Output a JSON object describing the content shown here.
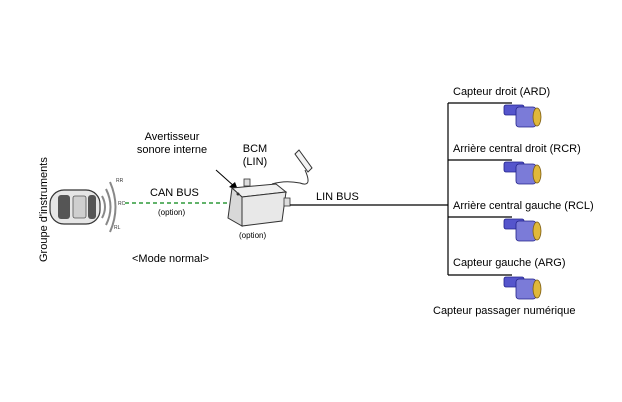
{
  "labels": {
    "groupe_instruments": "Groupe d'instruments",
    "can_bus": "CAN BUS",
    "option_can": "(option)",
    "mode_normal": "<Mode normal>",
    "avertisseur": "Avertisseur\nsonore interne",
    "bcm": "BCM\n(LIN)",
    "option_bcm": "(option)",
    "lin_bus": "LIN BUS",
    "capteur_passager": "Capteur passager numérique"
  },
  "sensors": [
    {
      "label": "Capteur droit (ARD)"
    },
    {
      "label": "Arrière central droit (RCR)"
    },
    {
      "label": "Arrière central gauche (RCL)"
    },
    {
      "label": "Capteur gauche (ARG)"
    }
  ],
  "car_tags": {
    "rr": "RR",
    "rc": "RC",
    "rl": "RL"
  },
  "colors": {
    "can_bus_line": "#2e9a3a",
    "sensor_body": "#5555cc",
    "sensor_lens": "#e0b83a"
  }
}
